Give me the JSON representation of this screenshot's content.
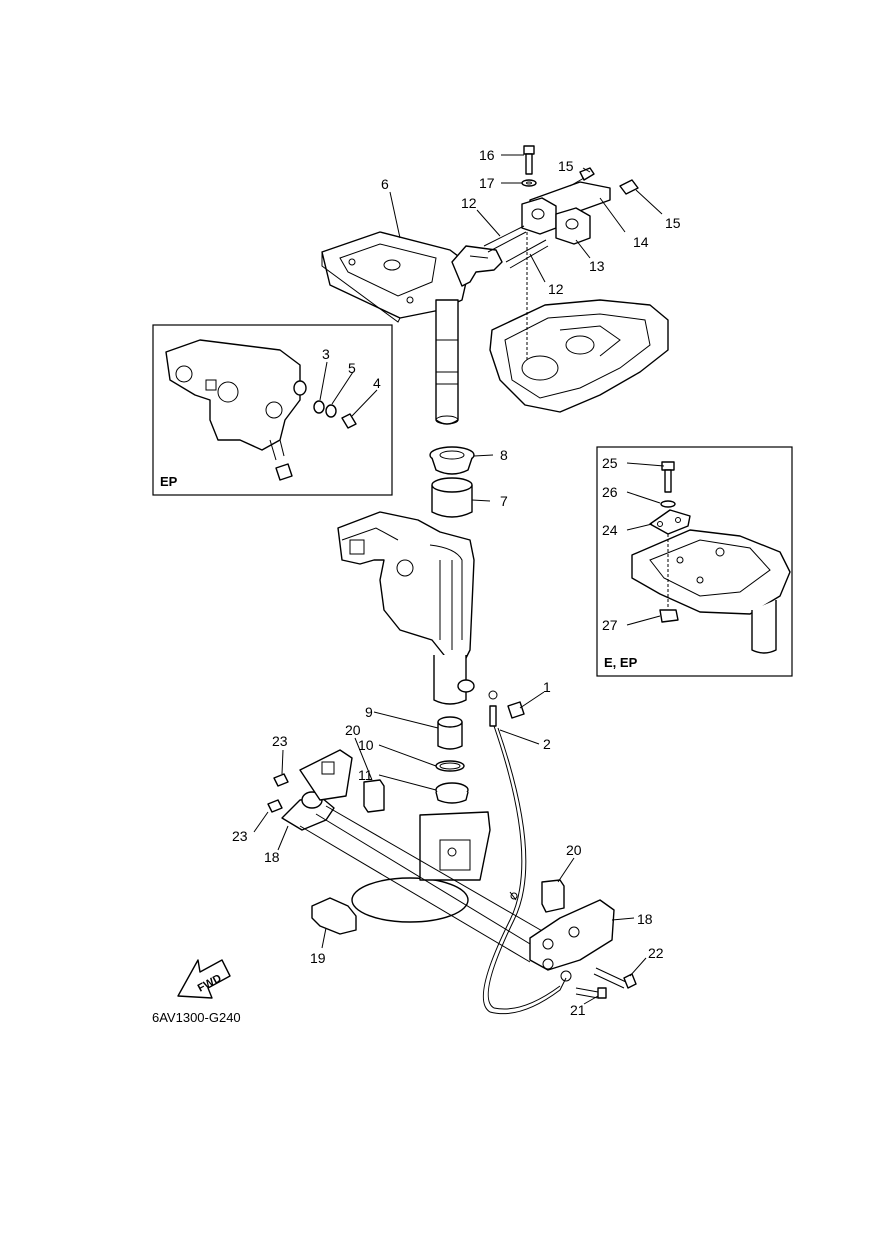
{
  "diagram_code": "6AV1300-G240",
  "fwd_label": "FWD",
  "inset_labels": {
    "ep": "EP",
    "e_ep": "E, EP"
  },
  "part_numbers": {
    "p1": "1",
    "p2": "2",
    "p3": "3",
    "p4": "4",
    "p5": "5",
    "p6": "6",
    "p7": "7",
    "p8": "8",
    "p9": "9",
    "p10": "10",
    "p11": "11",
    "p12a": "12",
    "p12b": "12",
    "p13": "13",
    "p14": "14",
    "p15a": "15",
    "p15b": "15",
    "p16": "16",
    "p17": "17",
    "p18a": "18",
    "p18b": "18",
    "p19": "19",
    "p20a": "20",
    "p20b": "20",
    "p21": "21",
    "p22": "22",
    "p23a": "23",
    "p23b": "23",
    "p24": "24",
    "p25": "25",
    "p26": "26",
    "p27": "27"
  }
}
